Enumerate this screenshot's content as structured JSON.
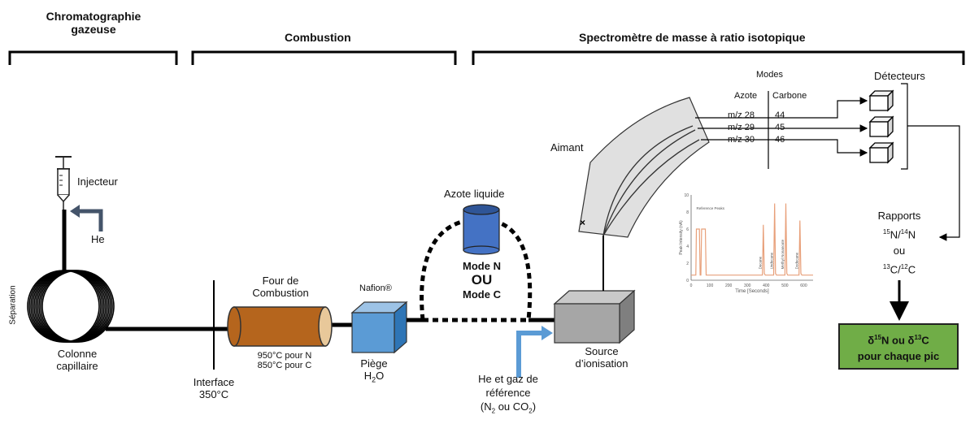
{
  "sections": {
    "gc_line1": "Chromatographie",
    "gc_line2": "gazeuse",
    "combustion": "Combustion",
    "irms": "Spectromètre de masse à ratio isotopique"
  },
  "labels": {
    "injecteur": "Injecteur",
    "he": "He",
    "separation": "Séparation",
    "colonne_line1": "Colonne",
    "colonne_line2": "capillaire",
    "interface_line1": "Interface",
    "interface_line2": "350°C",
    "four_line1": "Four de",
    "four_line2": "Combustion",
    "temp_n": "950°C pour N",
    "temp_c": "850°C pour C",
    "nafion": "Nafion®",
    "piege_line1": "Piège",
    "piege_line2_main": "H",
    "piege_line2_sub": "2",
    "piege_line2_end": "O",
    "azote_liquide": "Azote liquide",
    "mode_n": "Mode N",
    "ou": "OU",
    "mode_c": "Mode C",
    "source_line1": "Source",
    "source_line2": "d’ionisation",
    "gaz_line1": "He et gaz de",
    "gaz_line2": "référence",
    "gaz_line3_a": "(N",
    "gaz_line3_sub1": "2",
    "gaz_line3_b": " ou CO",
    "gaz_line3_sub2": "2",
    "gaz_line3_c": ")",
    "aimant": "Aimant",
    "modes": "Modes",
    "azote": "Azote",
    "carbone": "Carbone",
    "mz28": "m/z 28",
    "mz29": "m/z 29",
    "mz30": "m/z 30",
    "c44": "44",
    "c45": "45",
    "c46": "46",
    "detecteurs": "Détecteurs",
    "rapports": "Rapports",
    "ratio_n_sup1": "15",
    "ratio_n_a": "N/",
    "ratio_n_sup2": "14",
    "ratio_n_b": "N",
    "ou_small": "ou",
    "ratio_c_sup1": "13",
    "ratio_c_a": "C/",
    "ratio_c_sup2": "12",
    "ratio_c_b": "C",
    "result_delta1": "δ",
    "result_sup1": "15",
    "result_mid": "N ou δ",
    "result_sup2": "13",
    "result_end": "C",
    "result_line2": "pour chaque pic"
  },
  "chart_data": {
    "type": "line",
    "xlabel": "Time [Seconds]",
    "ylabel": "Peak Intensity (nA)",
    "xlim": [
      0,
      650
    ],
    "ylim": [
      0,
      10
    ],
    "xticks": [
      0,
      100,
      200,
      300,
      400,
      500,
      600
    ],
    "yticks": [
      0,
      2,
      4,
      6,
      8,
      10
    ],
    "series": [
      {
        "x": [
          0,
          25,
          28,
          33,
          44,
          48,
          52,
          56,
          60,
          68,
          72,
          76,
          80,
          84,
          100,
          380,
          385,
          390,
          395,
          405,
          440,
          445,
          450,
          455,
          465,
          500,
          505,
          510,
          515,
          525,
          575,
          580,
          585,
          590,
          600,
          650
        ],
        "y": [
          0.6,
          0.6,
          6,
          6,
          6,
          0.6,
          0.6,
          6,
          6,
          6,
          6,
          6,
          0.6,
          0.6,
          0.6,
          0.6,
          6.5,
          0.8,
          0.6,
          0.6,
          0.6,
          9,
          0.8,
          0.6,
          0.6,
          0.6,
          9,
          0.8,
          0.6,
          0.6,
          0.6,
          7,
          0.8,
          0.6,
          0.6,
          0.6
        ]
      }
    ],
    "annotations": [
      "Reference Peaks",
      "Decane",
      "Undecane",
      "Methyl Nonanoate",
      "Dodecane"
    ]
  },
  "colors": {
    "furnace": "#b5651d",
    "trap": "#5b9bd5",
    "dewar": "#4472c4",
    "source": "#a6a6a6",
    "result": "#70ad47",
    "he_arrow": "#44546a",
    "gas_arrow": "#5b9bd5",
    "chart_line": "#e8a07a"
  }
}
